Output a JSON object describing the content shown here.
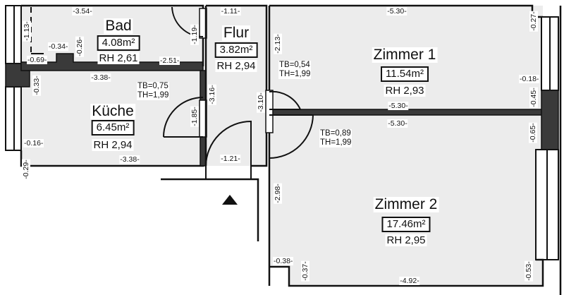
{
  "plan": {
    "entrance_marker": "triangle-up",
    "colors": {
      "room_fill": "#ececec",
      "wall": "#111111",
      "solid_wall": "#3a3a3a",
      "background": "#ffffff"
    }
  },
  "rooms": {
    "bad": {
      "name": "Bad",
      "area": "4.08m²",
      "height": "RH 2,61"
    },
    "kueche": {
      "name": "Küche",
      "area": "6.45m²",
      "height": "RH 2,94"
    },
    "flur": {
      "name": "Flur",
      "area": "3.82m²",
      "height": "RH 2,94"
    },
    "zimmer1": {
      "name": "Zimmer 1",
      "area": "11.54m²",
      "height": "RH 2,93"
    },
    "zimmer2": {
      "name": "Zimmer 2",
      "area": "17.46m²",
      "height": "RH 2,95"
    }
  },
  "doors": {
    "kueche": {
      "tb": "TB=0,75",
      "th": "TH=1,99"
    },
    "zimmer1": {
      "tb": "TB=0,54",
      "th": "TH=1,99"
    },
    "zimmer2": {
      "tb": "TB=0,89",
      "th": "TH=1,99"
    }
  },
  "dimensions": {
    "bad_top": "-3.54-",
    "bad_left": "-1.13-",
    "bad_step_w": "-0.34-",
    "bad_step_h": "-0.26-",
    "bad_bottom_left": "-0.69-",
    "bad_bottom_right": "-2.51-",
    "bad_right": "-1.19-",
    "kueche_top": "-3.38-",
    "kueche_left": "-0.33-",
    "kueche_door": "-1.85-",
    "kueche_sill": "-0.16-",
    "kueche_bottom": "-3.38-",
    "kueche_corner": "-0.29-",
    "flur_top": "-1.11-",
    "flur_left": "-3.16-",
    "flur_right": "-3.10-",
    "flur_bottom": "-1.21-",
    "z1_top": "-5.30-",
    "z1_left": "-2.13-",
    "z1_right_top": "-0.27-",
    "z1_sill": "-0.18-",
    "z1_right_bottom": "-0.45-",
    "z1_bottom": "-5.30-",
    "z2_top": "-5.30-",
    "z2_right_top": "-0.65-",
    "z2_left": "-2.98-",
    "z2_corner_w": "-0.38-",
    "z2_corner_h": "-0.37-",
    "z2_bottom": "-4.92-",
    "z2_right_bottom": "-0.53-"
  }
}
